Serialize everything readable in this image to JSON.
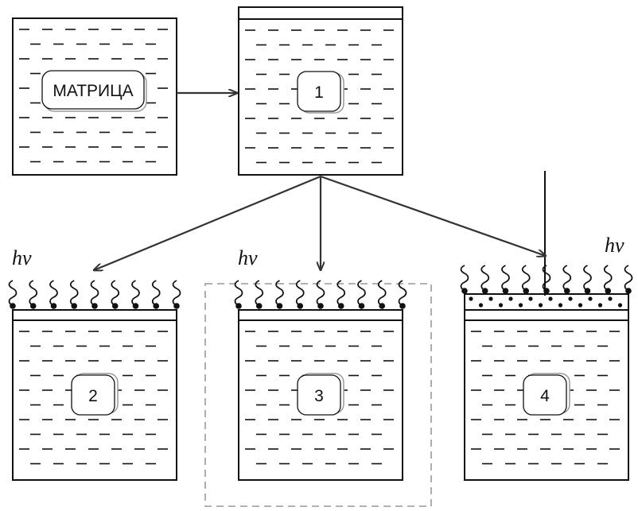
{
  "diagram": {
    "boxes": [
      {
        "id": "matrix",
        "label": "МАТРИЦА"
      },
      {
        "id": "b1",
        "label": "1"
      },
      {
        "id": "b2",
        "label": "2"
      },
      {
        "id": "b3",
        "label": "3"
      },
      {
        "id": "b4",
        "label": "4"
      }
    ],
    "photon_labels": [
      "hv",
      "hv",
      "hv"
    ],
    "colors": {
      "stroke": "#111111",
      "arrow": "#333333",
      "dashed_frame": "#999999",
      "label_frame": "#999999"
    }
  }
}
